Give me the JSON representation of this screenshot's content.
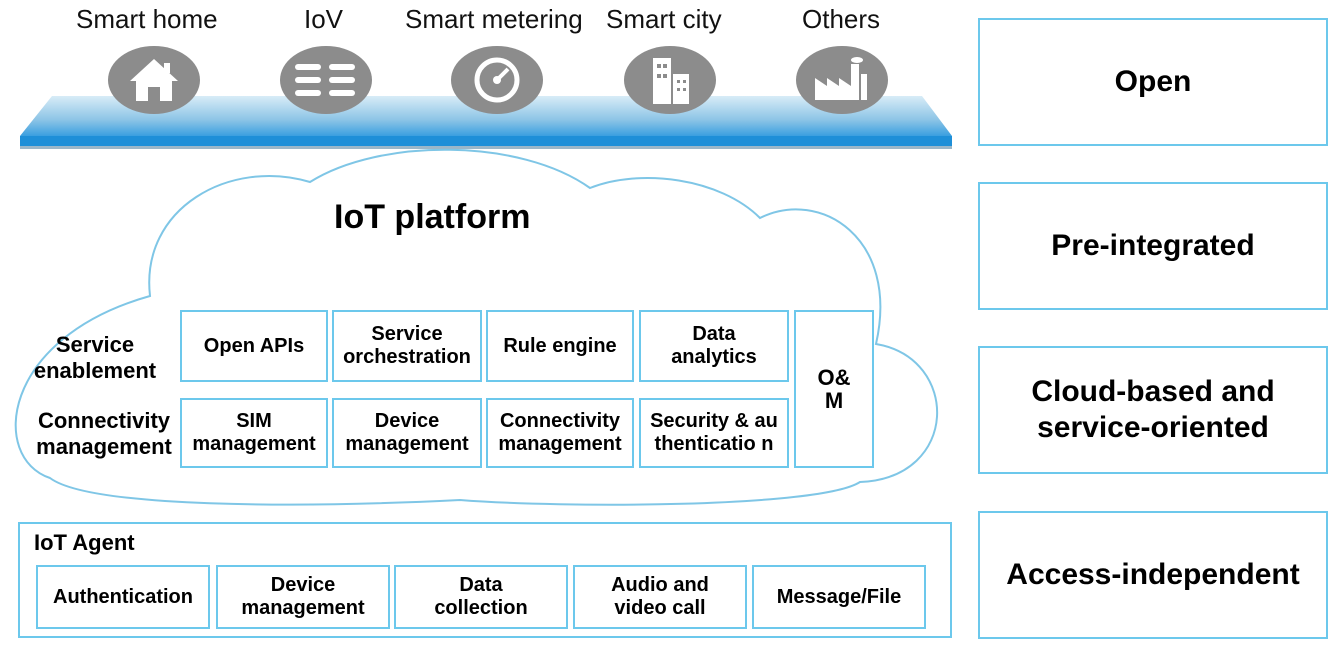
{
  "applications": [
    {
      "label": "Smart home",
      "icon": "house-icon"
    },
    {
      "label": "IoV",
      "icon": "cars-icon"
    },
    {
      "label": "Smart metering",
      "icon": "meter-icon"
    },
    {
      "label": "Smart city",
      "icon": "buildings-icon"
    },
    {
      "label": "Others",
      "icon": "factory-icon"
    }
  ],
  "platform": {
    "title": "IoT platform",
    "service_label": "Service enablement",
    "connectivity_label_1": "Connectivity",
    "connectivity_label_2": "management",
    "service_boxes": [
      "Open APIs",
      "Service orchestration",
      "Rule engine",
      "Data analytics"
    ],
    "connectivity_boxes": [
      "SIM management",
      "Device management",
      "Connectivity management",
      "Security & authenticatio n"
    ],
    "om_label": "O& M"
  },
  "agent": {
    "title": "IoT Agent",
    "boxes": [
      "Authentication",
      "Device management",
      "Data collection",
      "Audio and video call",
      "Message/File"
    ]
  },
  "features": [
    "Open",
    "Pre-integrated",
    "Cloud-based and service-oriented",
    "Access-independent"
  ],
  "colors": {
    "border": "#6cc8ec",
    "icon_bg": "#8c8c8c",
    "bar_top": "#a8d4ec",
    "bar_bottom": "#1e8fd8"
  }
}
